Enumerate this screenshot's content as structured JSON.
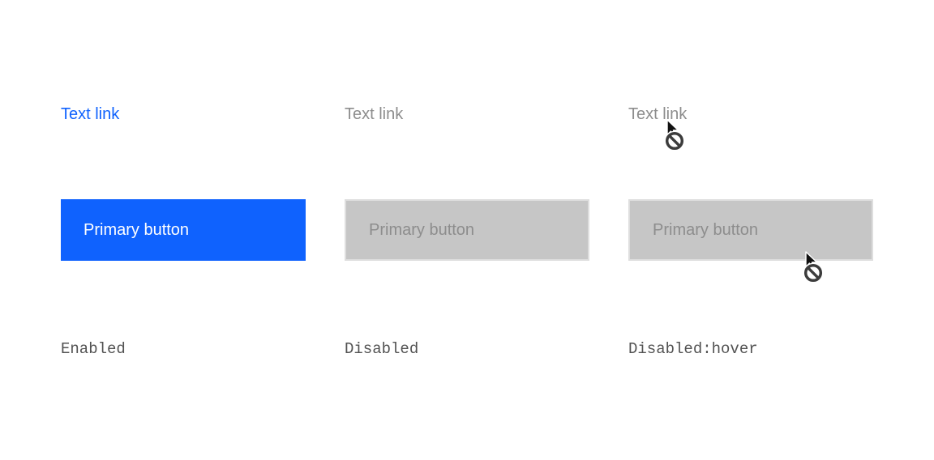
{
  "page": {
    "background": "#ffffff",
    "description_labels": {
      "link": "Text link",
      "button": "Primary button"
    }
  },
  "colors": {
    "link_enabled": "#0f62fe",
    "link_disabled": "#8d8d8d",
    "button_primary_bg": "#0f62fe",
    "button_primary_text": "#ffffff",
    "button_disabled_bg": "#c6c6c6",
    "button_disabled_text": "#8d8d8d",
    "state_label_text": "#525252",
    "cursor_ring": "#3c3c3c"
  },
  "columns": [
    {
      "id": "enabled",
      "link_label": "Text link",
      "button_label": "Primary button",
      "state_label": "Enabled",
      "show_cursor": false
    },
    {
      "id": "disabled",
      "link_label": "Text link",
      "button_label": "Primary button",
      "state_label": "Disabled",
      "show_cursor": false
    },
    {
      "id": "disabled-hover",
      "link_label": "Text link",
      "button_label": "Primary button",
      "state_label": "Disabled:hover",
      "show_cursor": true
    }
  ],
  "icons": {
    "cursor": "not-allowed-cursor"
  }
}
